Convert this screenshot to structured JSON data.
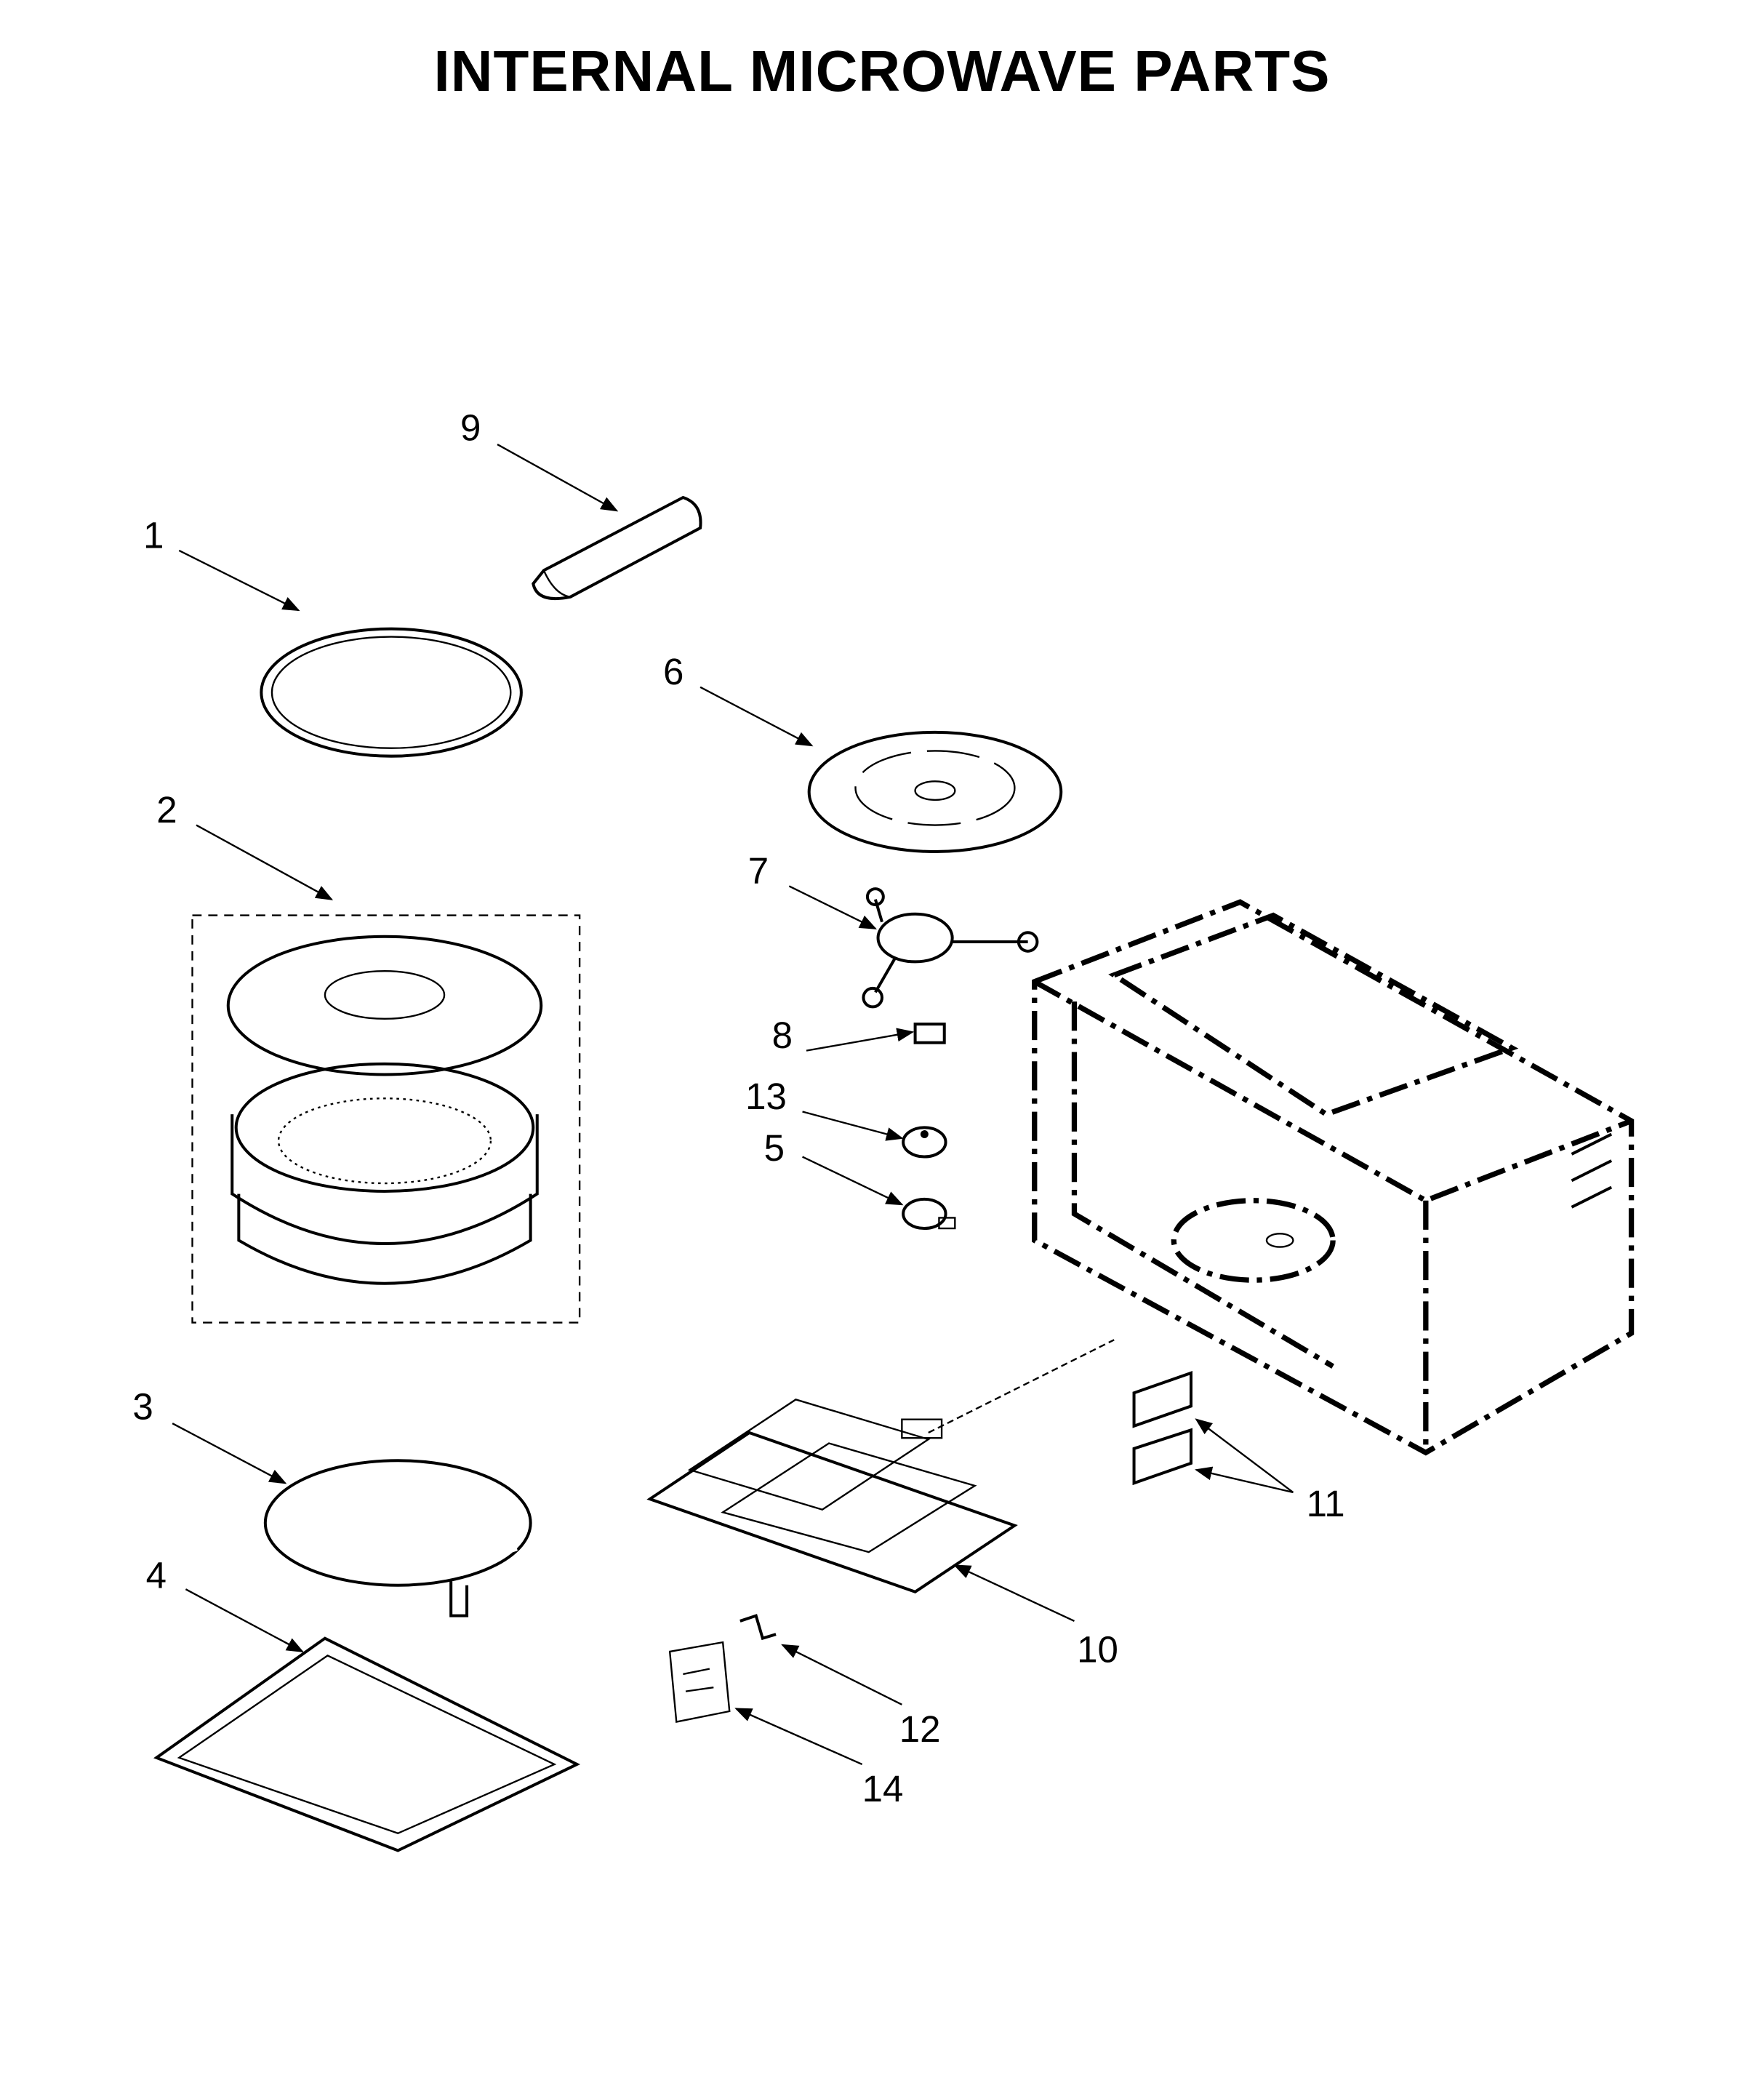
{
  "title": "INTERNAL MICROWAVE PARTS",
  "callouts": [
    {
      "id": "1"
    },
    {
      "id": "2"
    },
    {
      "id": "3"
    },
    {
      "id": "4"
    },
    {
      "id": "5"
    },
    {
      "id": "6"
    },
    {
      "id": "7"
    },
    {
      "id": "8"
    },
    {
      "id": "9"
    },
    {
      "id": "10"
    },
    {
      "id": "11"
    },
    {
      "id": "12"
    },
    {
      "id": "13"
    },
    {
      "id": "14"
    }
  ]
}
